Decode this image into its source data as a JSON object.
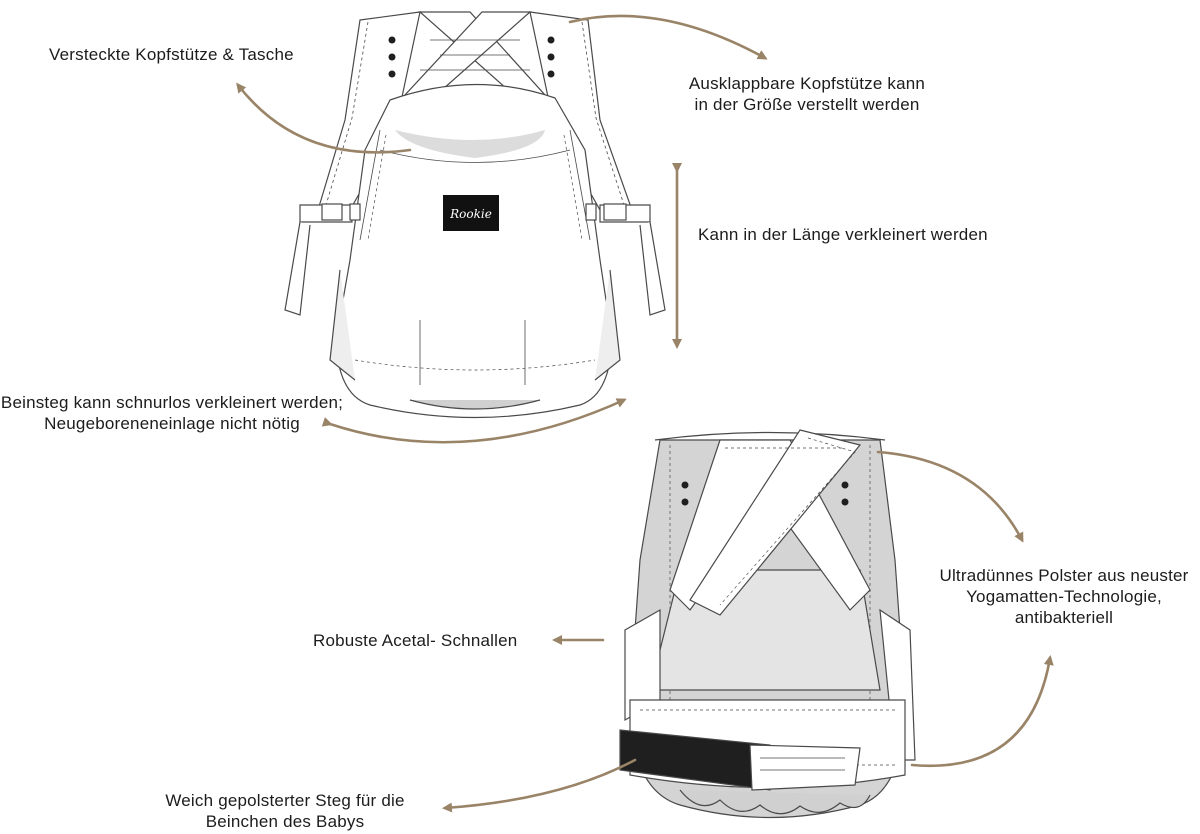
{
  "brand_logo_text": "Rookie",
  "colors": {
    "arrow": "#9a8468",
    "outline": "#4a4a4a",
    "shade": "#cfcfcf",
    "band": "#1f1f1f"
  },
  "annotations": {
    "hidden_headrest": "Versteckte Kopfstütze & Tasche",
    "foldout_headrest": {
      "line1": "Ausklappbare Kopfstütze kann",
      "line2": "in der Größe verstellt werden"
    },
    "length": "Kann in der Länge verkleinert werden",
    "leg_panel": {
      "line1": "Beinsteg kann schnurlos verkleinert werden;",
      "line2": "Neugeboreneneinlage nicht nötig"
    },
    "padding": {
      "line1": "Ultradünnes Polster aus neuster",
      "line2": "Yogamatten-Technologie,",
      "line3": "antibakteriell"
    },
    "buckles": "Robuste Acetal- Schnallen",
    "padded_bar": {
      "line1": "Weich gepolsterter Steg für die",
      "line2": "Beinchen des Babys"
    }
  }
}
